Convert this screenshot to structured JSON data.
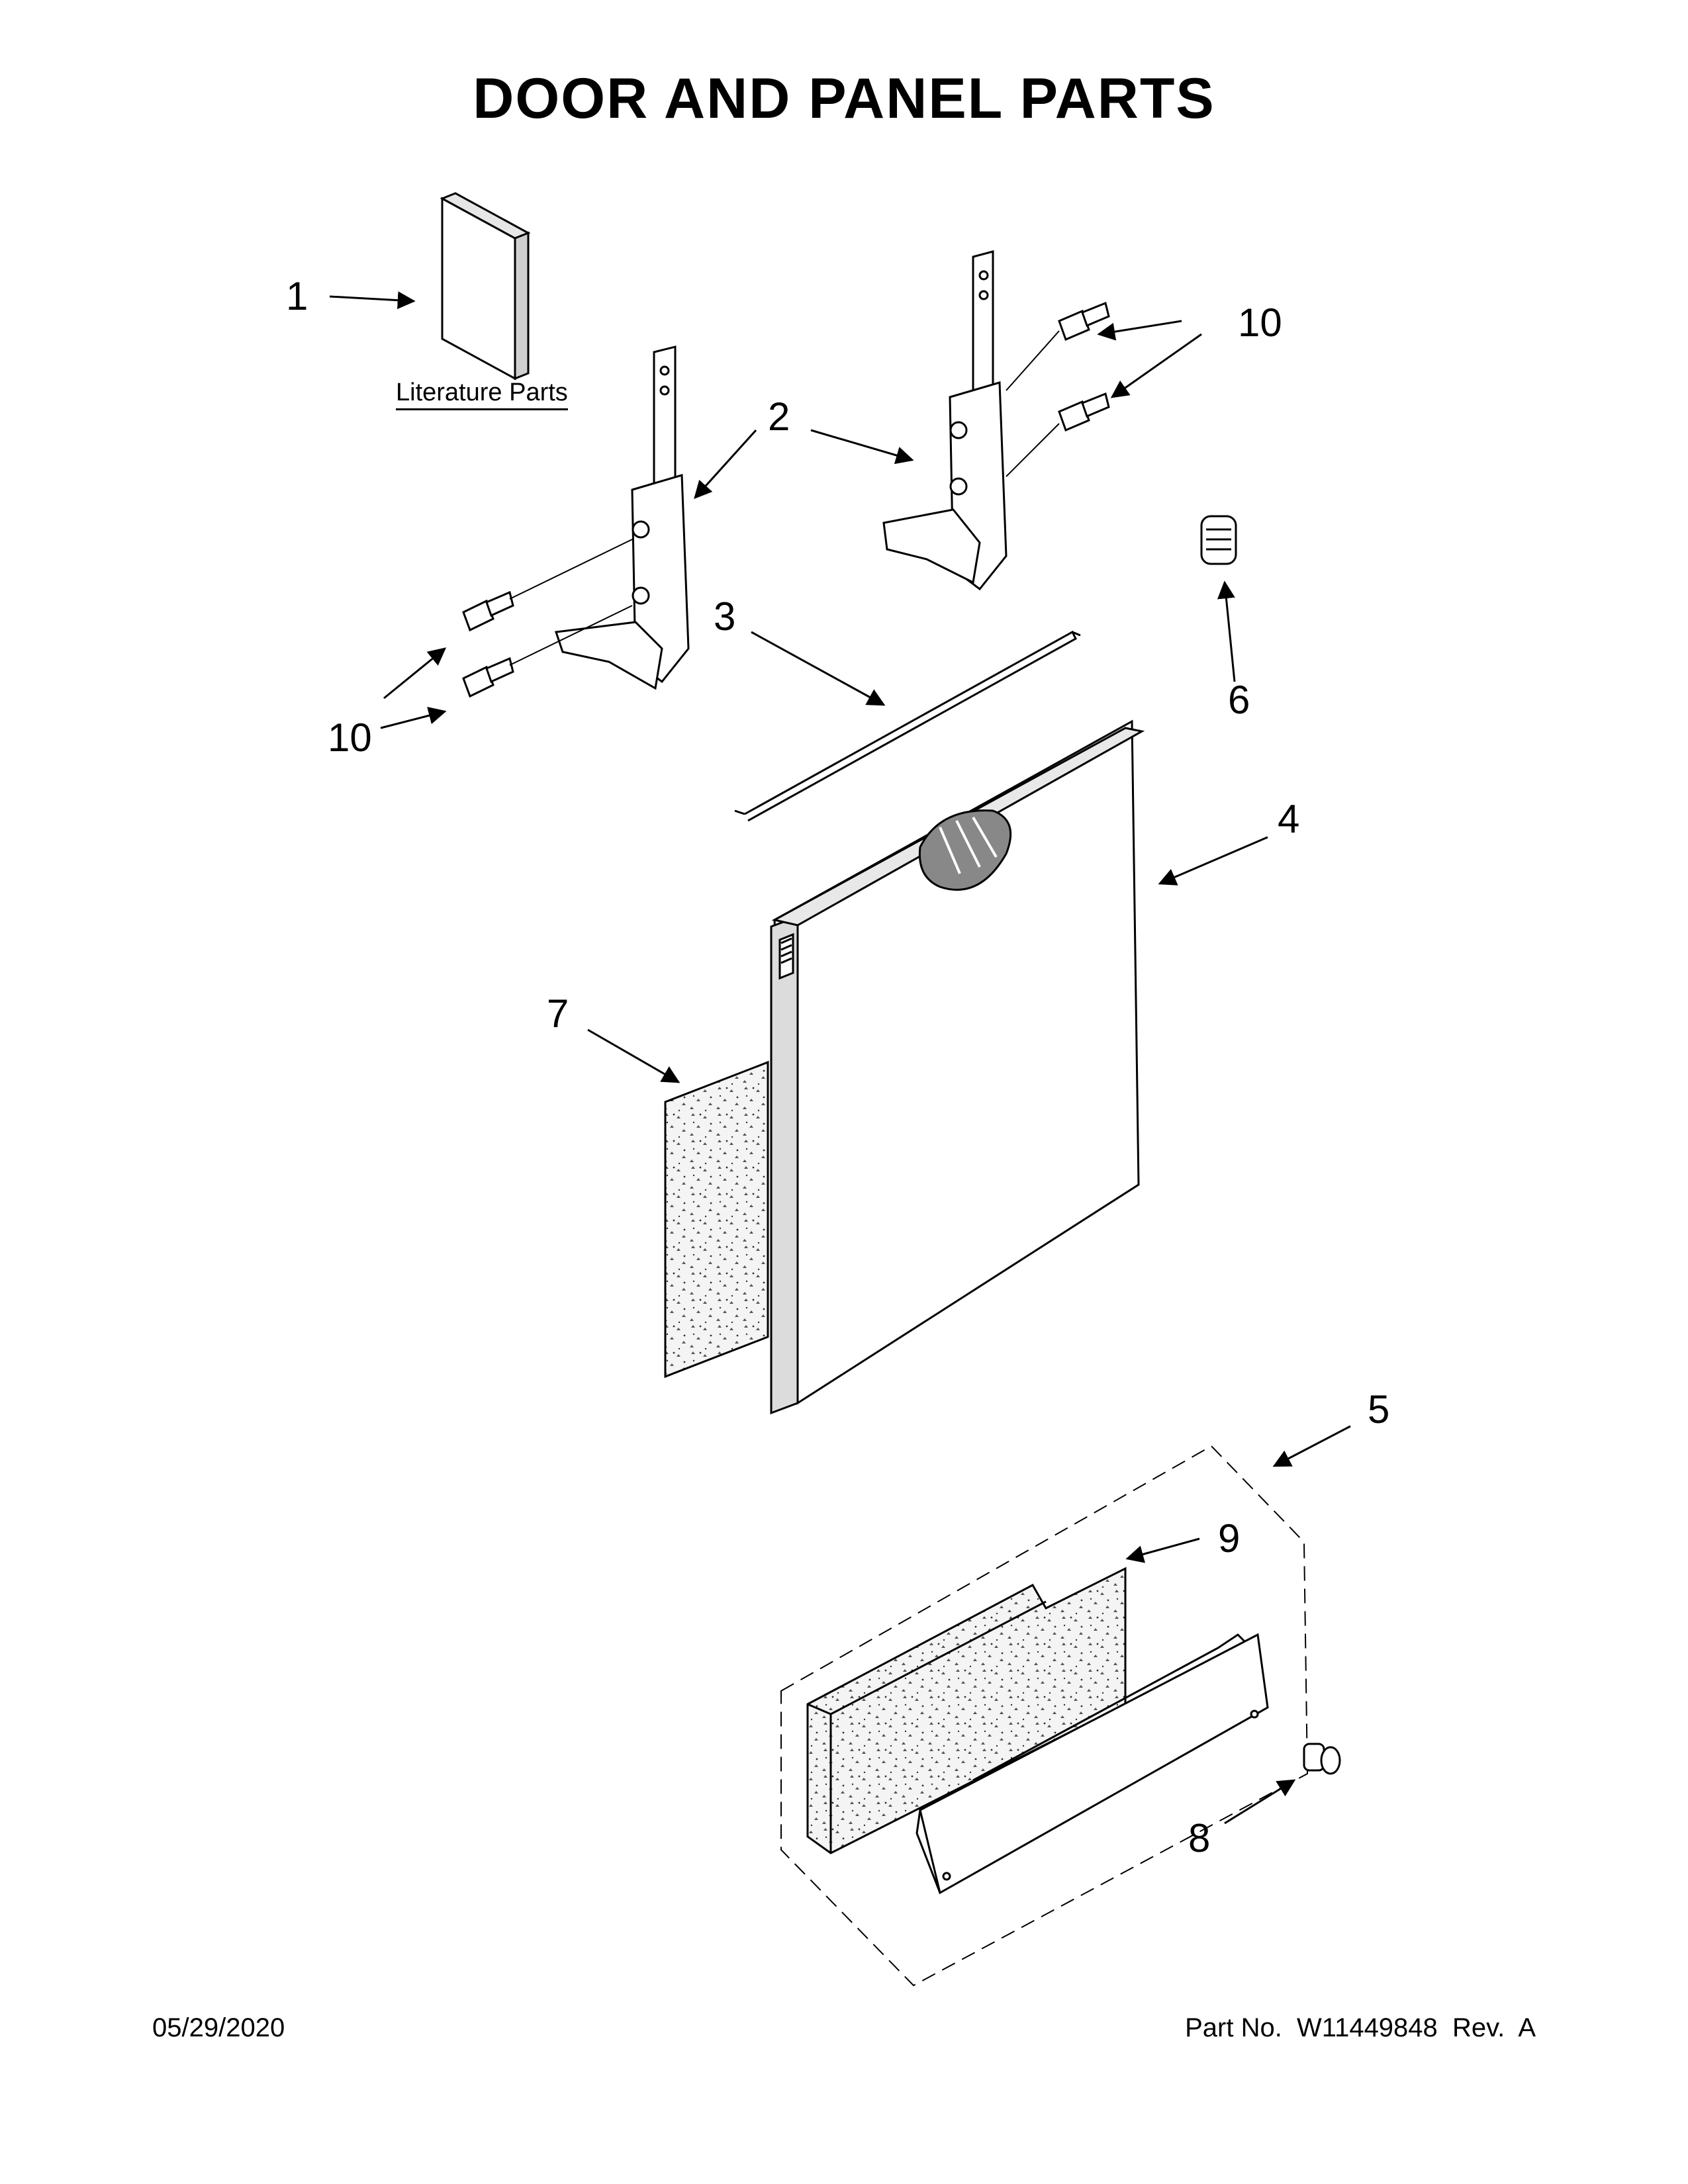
{
  "title": "DOOR AND PANEL PARTS",
  "literature_label": "Literature Parts",
  "callouts": {
    "c1": "1",
    "c2": "2",
    "c3": "3",
    "c4": "4",
    "c5": "5",
    "c6": "6",
    "c7": "7",
    "c8": "8",
    "c9": "9",
    "c10a": "10",
    "c10b": "10"
  },
  "footer": {
    "date": "05/29/2020",
    "part_no": "Part No.  W11449848  Rev.  A"
  }
}
